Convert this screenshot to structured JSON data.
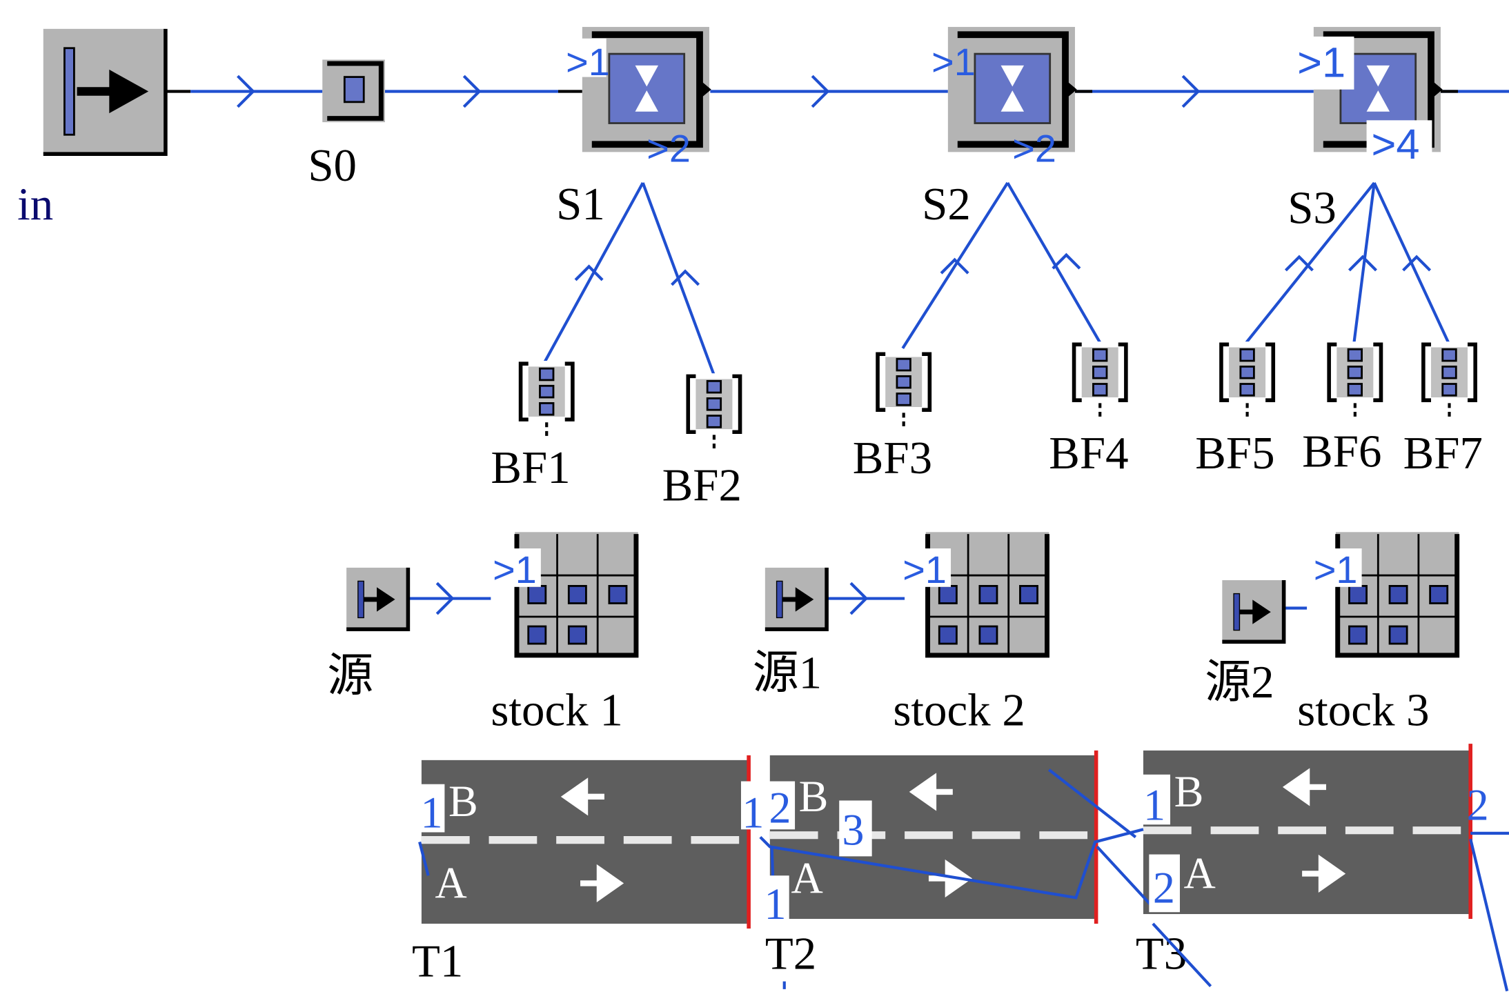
{
  "colors": {
    "connector": "#1f4fd0",
    "object_gray": "#b4b4b4",
    "object_blue": "#6676c8",
    "track": "#5e5e5e",
    "track_end": "#e02020",
    "port_label": "#2a5ce0",
    "source_label": "#0a0a6e"
  },
  "source": {
    "label": "in",
    "icon": "source-icon"
  },
  "stations": [
    {
      "label": "S0"
    },
    {
      "label": "S1",
      "port_in": ">1",
      "port_out": ">2"
    },
    {
      "label": "S2",
      "port_in": ">1",
      "port_out": ">2"
    },
    {
      "label": "S3",
      "port_in": ">1",
      "port_out": ">4"
    }
  ],
  "buffers": [
    "BF1",
    "BF2",
    "BF3",
    "BF4",
    "BF5",
    "BF6",
    "BF7"
  ],
  "stores": [
    {
      "source_label": "源",
      "store_label": "stock 1",
      "port": ">1"
    },
    {
      "source_label": "源1",
      "store_label": "stock 2",
      "port": ">1"
    },
    {
      "source_label": "源2",
      "store_label": "stock 3",
      "port": ">1"
    }
  ],
  "tracks": [
    {
      "label": "T1",
      "lane_a": "A",
      "lane_b": "B"
    },
    {
      "label": "T2",
      "lane_a": "A",
      "lane_b": "B"
    },
    {
      "label": "T3",
      "lane_a": "A",
      "lane_b": "B"
    }
  ],
  "track_numbers": [
    "1",
    "1",
    "2",
    "3",
    "1",
    "1",
    "2",
    "2"
  ]
}
